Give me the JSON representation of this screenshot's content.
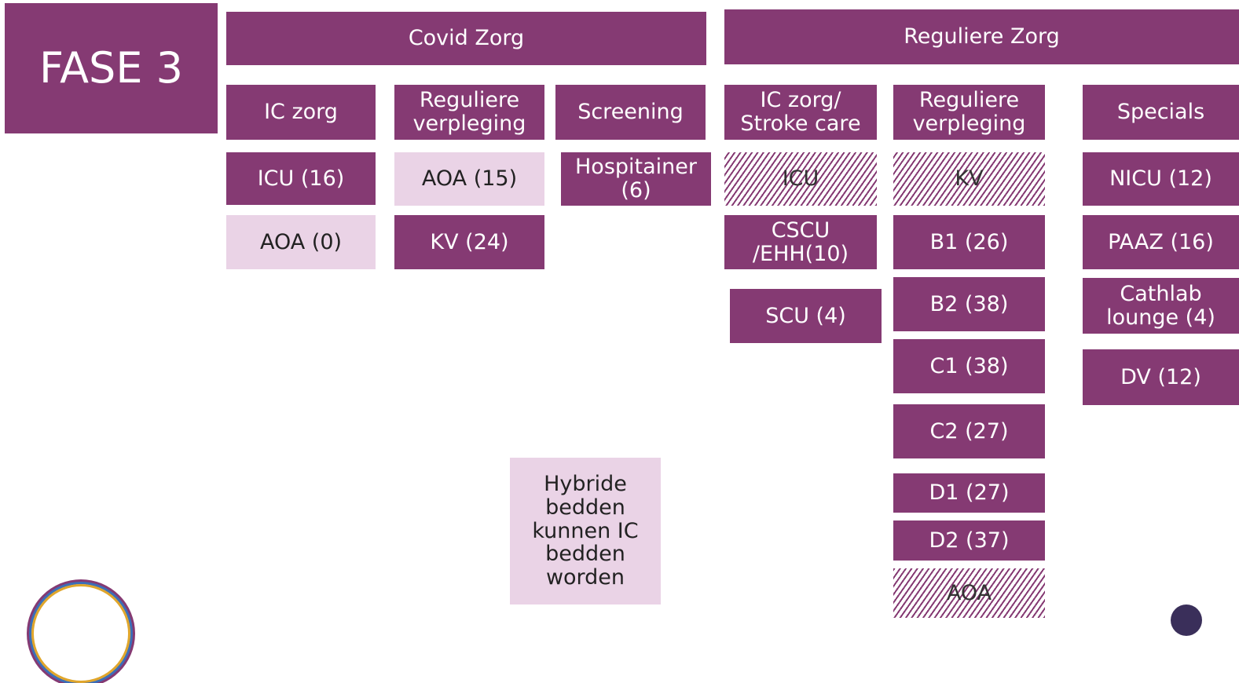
{
  "colors": {
    "primary": "#853a73",
    "light": "#ead3e6",
    "text_dark": "#222222"
  },
  "title": "FASE 3",
  "covid": {
    "header": "Covid Zorg",
    "columns": [
      {
        "header": "IC zorg",
        "items": [
          "ICU (16)",
          "AOA (0)"
        ]
      },
      {
        "header": "Reguliere\nverpleging",
        "items": [
          "AOA (15)",
          "KV (24)"
        ]
      },
      {
        "header": "Screening",
        "items": [
          "Hospitainer\n(6)"
        ]
      }
    ]
  },
  "regular": {
    "header": "Reguliere Zorg",
    "columns": [
      {
        "header": "IC zorg/\nStroke care",
        "items": [
          "ICU",
          "CSCU\n/EHH(10)",
          "SCU (4)"
        ]
      },
      {
        "header": "Reguliere\nverpleging",
        "items": [
          "KV",
          "B1 (26)",
          "B2 (38)",
          "C1 (38)",
          "C2 (27)",
          "D1 (27)",
          "D2 (37)",
          "AOA"
        ]
      },
      {
        "header": "Specials",
        "items": [
          "NICU (12)",
          "PAAZ (16)",
          "Cathlab\nlounge (4)",
          "DV (12)"
        ]
      }
    ]
  },
  "note": "Hybride\nbedden\nkunnen IC\nbedden\nworden"
}
